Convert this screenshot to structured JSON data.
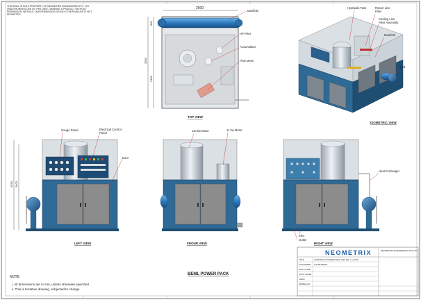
{
  "header_note": [
    "THIS DWG. IS SOLE PROPERTY OF NEOMETRIX ENGINEERING PVT. LTD.",
    "UNAUTHORISED USE OF THIS DWG. DRAWING & PRODUCT WITHOUT",
    "PERMISSION, WITHOUT OUR PERMISSION OR ANY OTHER MISUSE IS NOT",
    "PERMITTED."
  ],
  "dims": {
    "top_width": "2500",
    "top_h1": "900",
    "top_h2": "2650",
    "top_h3": "2150",
    "left_h1": "2550",
    "left_h2": "2400"
  },
  "callouts": {
    "manifold_top": "Manifold",
    "hp_filter": "HP Filter",
    "accumulator": "Accumulator",
    "flow_meter": "Flow Meter",
    "hydraulic_tank": "Hydraulic Tank",
    "return_line_filter_1": "Return Line",
    "return_line_filter_2": "Filter",
    "cooling_line_1": "Cooling Line",
    "cooling_line_2": "Filter Assembly",
    "manifold_iso": "Manifold",
    "skid": "Skid",
    "gauge_panel": "Gauge Panel",
    "electrical_1": "Electrical Control",
    "electrical_2": "Panel",
    "door": "Door",
    "motor_110": "110 kw Motor",
    "motor_11": "11 kw Motor",
    "heat_exchanger": "Heat Exchanger",
    "inlet": "Inlet",
    "outlet": "Outlet"
  },
  "view_labels": {
    "top": "TOP VIEW",
    "isometric": "ISOMETRIC VIEW",
    "left": "LEFT VIEW",
    "front": "FRONR VIEW",
    "right": "RIGHT VIEW"
  },
  "drawing_title": "BEML POWER PACK",
  "notes": {
    "heading": "NOTE:",
    "items": [
      "i.    All dimensions are in mm, unless otherwise specified.",
      "ii.   This is tentative drawing, subjected to change."
    ]
  },
  "title_block": {
    "company_logo": "NEOMETRIX",
    "company_info": "NEOMETRIX ENGINEERING PVT LTD",
    "rows": [
      {
        "label": "TITLE",
        "value": "HYDRAULIC POWER PACK (110 KW + 11 KW)"
      },
      {
        "label": "CUSTOMER",
        "value": "GA DRAWING"
      },
      {
        "label": "DWG CODE",
        "value": ""
      },
      {
        "label": "CONT NAME",
        "value": ""
      },
      {
        "label": "CHKD",
        "value": ""
      },
      {
        "label": "MODEL NO.",
        "value": ""
      }
    ]
  },
  "colors": {
    "steel_blue": "#2f6a96",
    "dark_blue": "#1f4e73",
    "panel_grey": "#8c8c8c",
    "frame_grey": "#b9c0c6",
    "tank_glass": "#c8d4dd",
    "manifold_blue": "#3a86c8",
    "neometrix_blue": "#1f5fa8"
  }
}
